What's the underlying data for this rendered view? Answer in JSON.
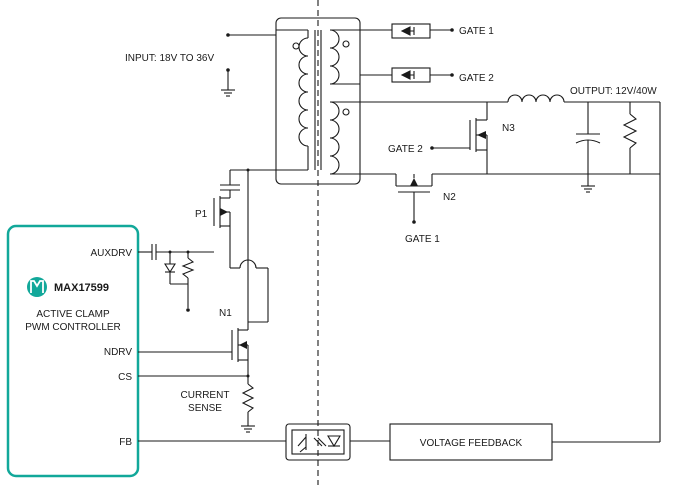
{
  "labels": {
    "input": "INPUT: 18V TO 36V",
    "output": "OUTPUT: 12V/40W",
    "gate1_top": "GATE 1",
    "gate2_top": "GATE 2",
    "gate2_n3": "GATE 2",
    "gate1_n2": "GATE 1",
    "n3": "N3",
    "n2": "N2",
    "p1": "P1",
    "n1": "N1",
    "current_sense": "CURRENT\nSENSE",
    "voltage_feedback": "VOLTAGE FEEDBACK"
  },
  "controller": {
    "part": "MAX17599",
    "desc_line1": "ACTIVE CLAMP",
    "desc_line2": "PWM CONTROLLER",
    "pin_auxdrv": "AUXDRV",
    "pin_ndrv": "NDRV",
    "pin_cs": "CS",
    "pin_fb": "FB",
    "brand_color": "#12a89a",
    "logo_icon": "maxim-logo-icon"
  }
}
